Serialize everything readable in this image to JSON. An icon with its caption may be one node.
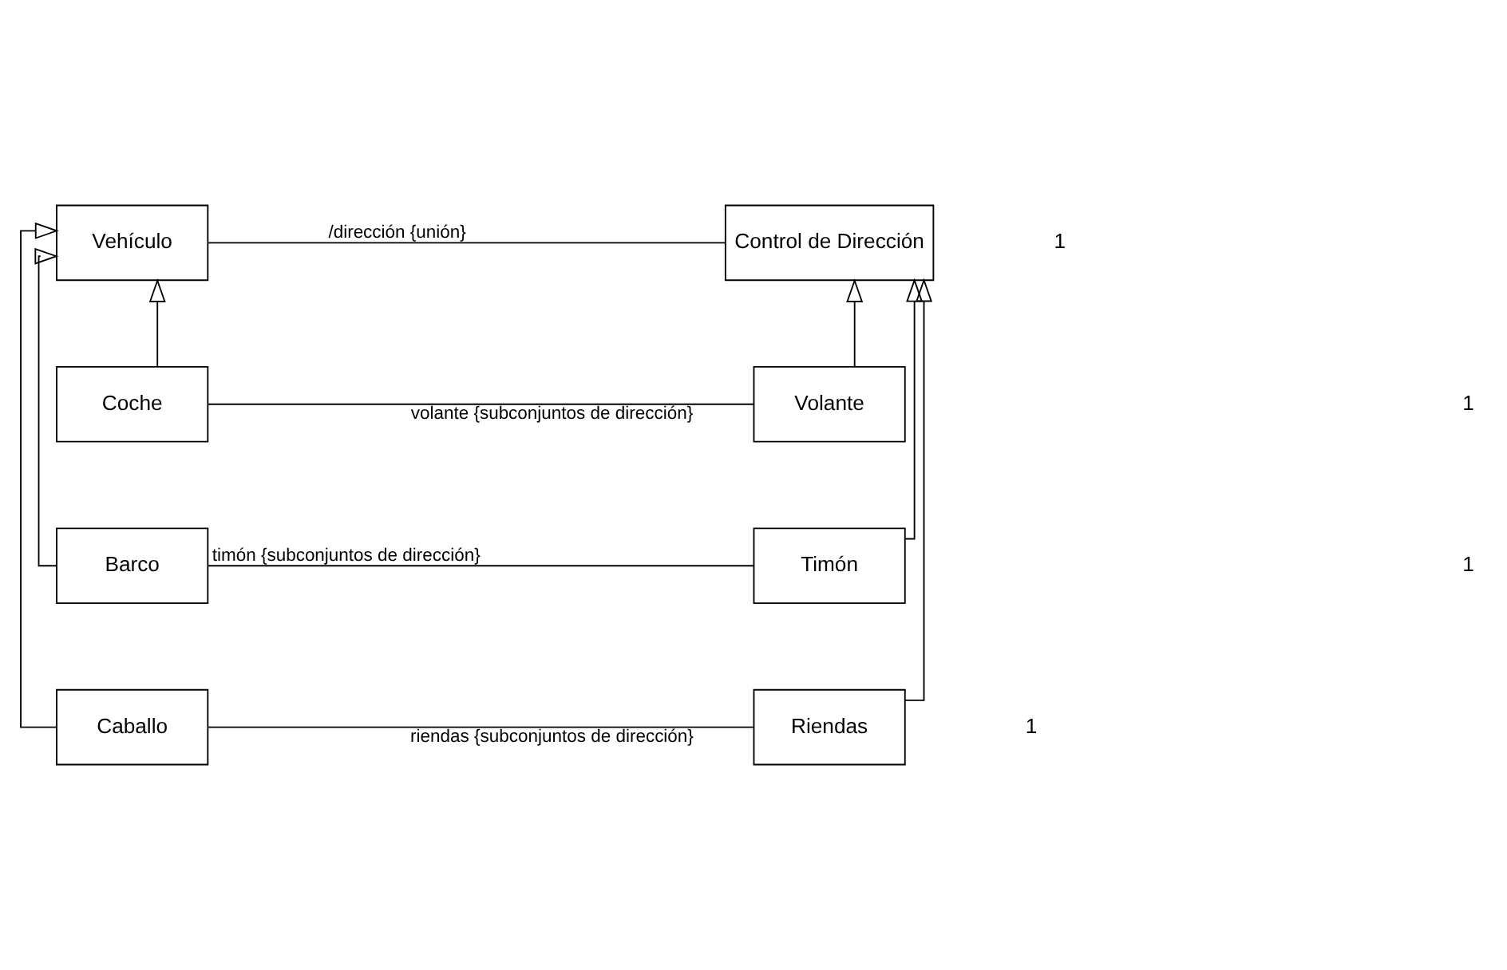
{
  "diagram": {
    "nodes": [
      {
        "text": [
          "Vehículo"
        ]
      },
      {
        "text": [
          "Control de Dirección"
        ]
      },
      {
        "text": [
          "Coche"
        ]
      },
      {
        "text": [
          "Volante"
        ]
      },
      {
        "text": [
          "Barco"
        ]
      },
      {
        "text": [
          "Timón"
        ]
      },
      {
        "text": [
          "Caballo"
        ]
      },
      {
        "text": [
          "Riendas"
        ]
      }
    ],
    "edges": [
      {
        "from": 0,
        "to": 1,
        "arrow": "none",
        "label": "/dirección {unión}"
      },
      {
        "from": 2,
        "to": 0,
        "arrow": "to"
      },
      {
        "from": 4,
        "to": 0,
        "arrow": "to"
      },
      {
        "from": 6,
        "to": 0,
        "arrow": "to"
      },
      {
        "from": 3,
        "to": 1,
        "arrow": "to"
      },
      {
        "from": 5,
        "to": 1,
        "arrow": "to"
      },
      {
        "from": 7,
        "to": 1,
        "arrow": "to"
      },
      {
        "from": 2,
        "to": 3,
        "arrow": "none",
        "label": "volante {subconjuntos de dirección}"
      },
      {
        "from": 4,
        "to": 5,
        "arrow": "none",
        "label": "timón {subconjuntos de dirección}"
      },
      {
        "from": 6,
        "to": 7,
        "arrow": "none",
        "label": "riendas {subconjuntos de dirección}"
      }
    ],
    "labels": [
      "1",
      "1",
      "1",
      "1"
    ]
  }
}
